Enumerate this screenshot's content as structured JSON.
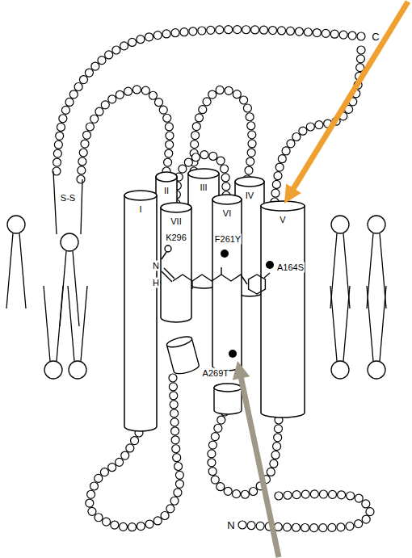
{
  "diagram": {
    "nodes": [
      {
        "text": [
          "I"
        ]
      },
      {
        "text": [
          "II"
        ]
      },
      {
        "text": [
          "III"
        ]
      },
      {
        "text": [
          "IV"
        ]
      },
      {
        "text": [
          "V"
        ]
      },
      {
        "text": [
          "VI"
        ]
      },
      {
        "text": [
          "VII"
        ]
      }
    ],
    "labels": [
      "C",
      "S-S",
      "K296",
      "N",
      "H",
      "F261Y",
      "A164S",
      "A269T",
      "N"
    ]
  }
}
